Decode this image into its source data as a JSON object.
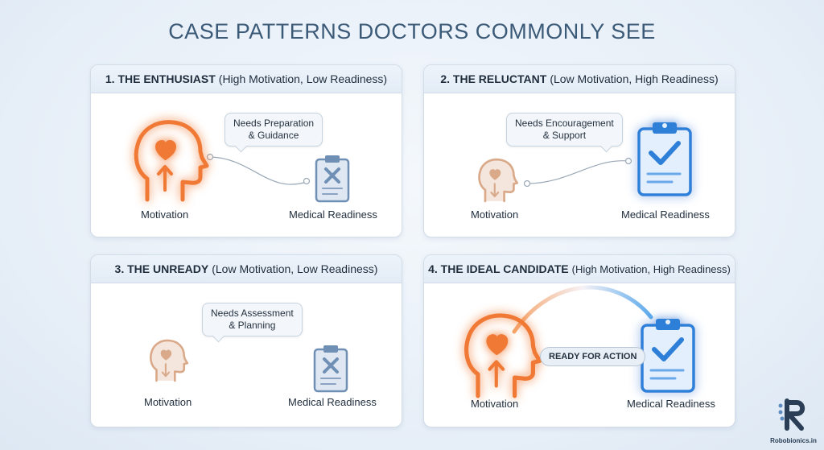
{
  "title": "CASE PATTERNS DOCTORS COMMONLY SEE",
  "cards": [
    {
      "number_name": "1. THE ENTHUSIAST",
      "qualifier": "(High Motivation, Low Readiness)",
      "note_line1": "Needs Preparation",
      "note_line2": "& Guidance",
      "motivation_label": "Motivation",
      "readiness_label": "Medical Readiness"
    },
    {
      "number_name": "2. THE RELUCTANT",
      "qualifier": "(Low Motivation, High Readiness)",
      "note_line1": "Needs Encouragement",
      "note_line2": "& Support",
      "motivation_label": "Motivation",
      "readiness_label": "Medical Readiness"
    },
    {
      "number_name": "3. THE UNREADY",
      "qualifier": "(Low Motivation, Low Readiness)",
      "note_line1": "Needs Assessment",
      "note_line2": "& Planning",
      "motivation_label": "Motivation",
      "readiness_label": "Medical Readiness"
    },
    {
      "number_name": "4. THE IDEAL CANDIDATE",
      "qualifier": "(High Motivation, High Readiness)",
      "status_pill": "READY FOR ACTION",
      "motivation_label": "Motivation",
      "readiness_label": "Medical Readiness"
    }
  ],
  "brand": {
    "text": "Robobionics.in",
    "icon": "robotic-hand-r-logo"
  },
  "colors": {
    "motivation_high": "#f07a35",
    "motivation_low": "#d9a98a",
    "readiness_high": "#2f7fd8",
    "readiness_low": "#6f8fb5",
    "heading_text": "#3b5a78"
  }
}
